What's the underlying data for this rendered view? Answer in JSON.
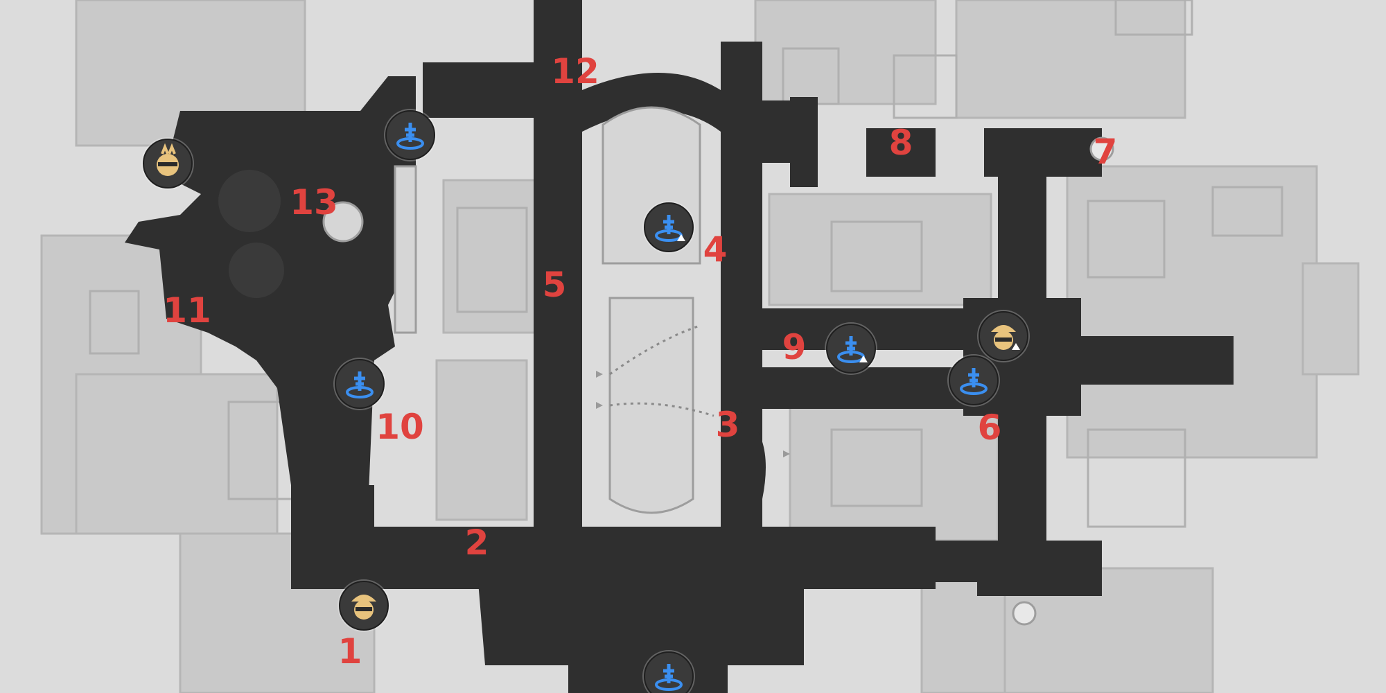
{
  "map": {
    "colors": {
      "background": "#dcdcdc",
      "building": "#c7c7c7",
      "building_inner": "#b8b8b8",
      "road": "#2f2f2f",
      "road_edge": "#444444",
      "plaza": "#d2d2d2",
      "label": "#e0433f",
      "teleport": "#3b8ff0",
      "npc": "#e8c37d"
    },
    "labels": [
      "1",
      "2",
      "3",
      "4",
      "5",
      "6",
      "7",
      "8",
      "9",
      "10",
      "11",
      "12",
      "13"
    ],
    "markers": [
      {
        "id": "npc-top-left",
        "type": "npc-icon"
      },
      {
        "id": "teleport-top",
        "type": "space-anchor-icon"
      },
      {
        "id": "teleport-center",
        "type": "space-anchor-icon",
        "arrow": true
      },
      {
        "id": "teleport-left",
        "type": "space-anchor-icon"
      },
      {
        "id": "teleport-mid-right",
        "type": "space-anchor-icon",
        "arrow": true
      },
      {
        "id": "teleport-right",
        "type": "space-anchor-icon"
      },
      {
        "id": "npc-right",
        "type": "npc-icon",
        "arrow": true
      },
      {
        "id": "npc-bottom-left",
        "type": "npc-icon"
      },
      {
        "id": "teleport-bottom",
        "type": "space-anchor-icon"
      }
    ]
  }
}
